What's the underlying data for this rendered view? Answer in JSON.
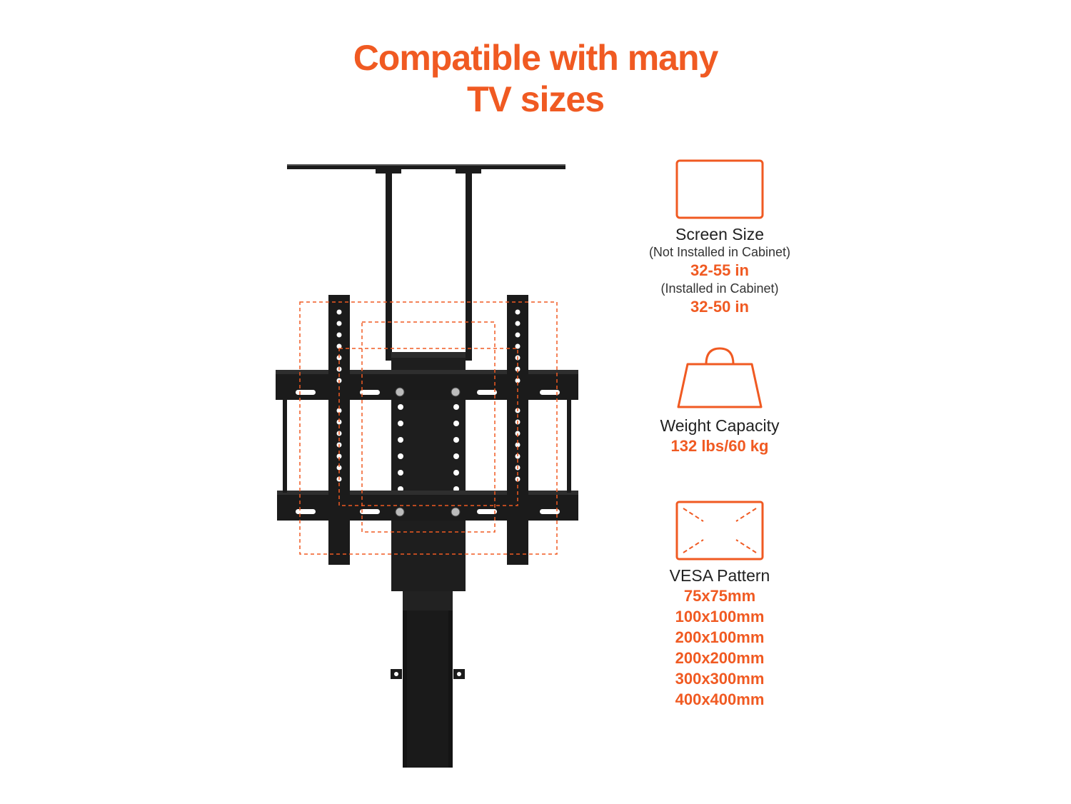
{
  "headline": {
    "line1": "Compatible with many",
    "line2": "TV sizes"
  },
  "colors": {
    "accent": "#f05a22",
    "metal": "#1b1b1b"
  },
  "specs": {
    "screen": {
      "icon": "screen-icon",
      "label": "Screen Size",
      "note1": "(Not Installed in Cabinet)",
      "value1": "32-55 in",
      "note2": "(Installed in Cabinet)",
      "value2": "32-50 in"
    },
    "weight": {
      "icon": "weight-icon",
      "label": "Weight Capacity",
      "value": "132 lbs/60 kg"
    },
    "vesa": {
      "icon": "vesa-icon",
      "label": "VESA Pattern",
      "values": [
        "75x75mm",
        "100x100mm",
        "200x100mm",
        "200x200mm",
        "300x300mm",
        "400x400mm"
      ]
    }
  }
}
